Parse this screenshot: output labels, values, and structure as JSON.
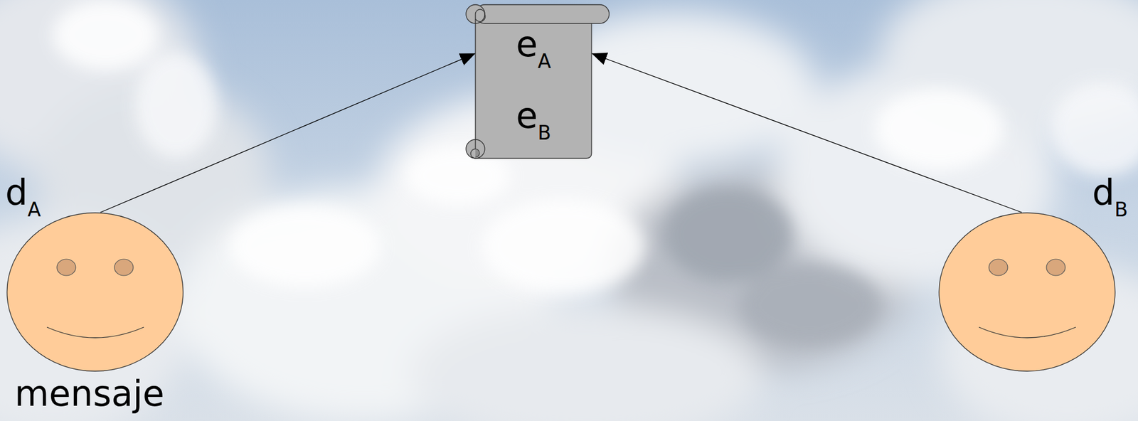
{
  "diagram": {
    "nodes": [
      {
        "text": [
          "eA",
          "eB"
        ]
      },
      {
        "text": [
          "dA",
          "mensaje"
        ]
      },
      {
        "text": [
          "dB"
        ]
      }
    ],
    "edges": [
      {
        "from": 1,
        "to": 0,
        "arrow": "to"
      },
      {
        "from": 2,
        "to": 0,
        "arrow": "to"
      }
    ]
  }
}
